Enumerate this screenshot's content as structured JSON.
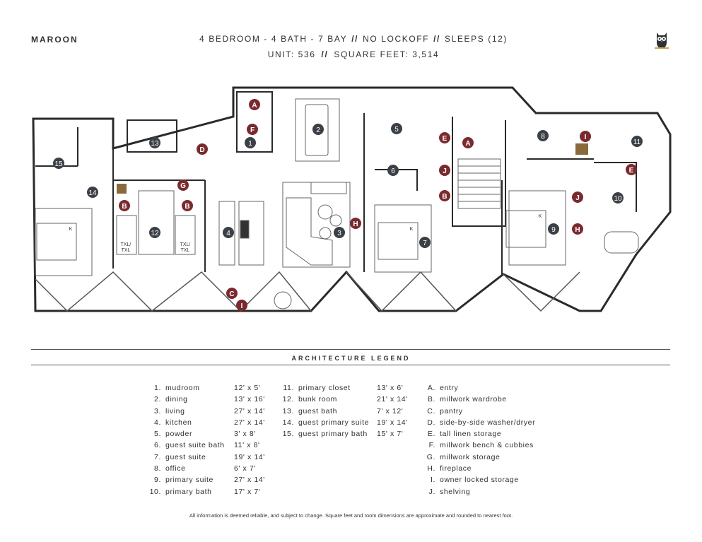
{
  "brand": "MAROON",
  "header": {
    "line1": [
      "4 BEDROOM - 4 BATH - 7 BAY",
      "NO LOCKOFF",
      "SLEEPS (12)"
    ],
    "separator": "//",
    "unit": "UNIT: 536",
    "sqft": "SQUARE FEET: 3,514"
  },
  "plan": {
    "bed_labels": [
      "TXL/",
      "TXL",
      "TXL/",
      "TXL",
      "K",
      "K",
      "K"
    ]
  },
  "legend": {
    "title": "ARCHITECTURE LEGEND",
    "rooms_a": [
      {
        "n": "1.",
        "name": "mudroom",
        "dim": "12' x 5'"
      },
      {
        "n": "2.",
        "name": "dining",
        "dim": "13' x 16'"
      },
      {
        "n": "3.",
        "name": "living",
        "dim": "27' x 14'"
      },
      {
        "n": "4.",
        "name": "kitchen",
        "dim": "27' x 14'"
      },
      {
        "n": "5.",
        "name": "powder",
        "dim": "3' x 8'"
      },
      {
        "n": "6.",
        "name": "guest suite bath",
        "dim": "11' x 8'"
      },
      {
        "n": "7.",
        "name": "guest suite",
        "dim": "19' x 14'"
      },
      {
        "n": "8.",
        "name": "office",
        "dim": "6' x 7'"
      },
      {
        "n": "9.",
        "name": "primary suite",
        "dim": "27' x 14'"
      },
      {
        "n": "10.",
        "name": "primary bath",
        "dim": "17' x 7'"
      }
    ],
    "rooms_b": [
      {
        "n": "11.",
        "name": "primary closet",
        "dim": "13' x 6'"
      },
      {
        "n": "12.",
        "name": "bunk room",
        "dim": "21' x 14'"
      },
      {
        "n": "13.",
        "name": "guest bath",
        "dim": "7' x 12'"
      },
      {
        "n": "14.",
        "name": "guest primary suite",
        "dim": "19' x 14'"
      },
      {
        "n": "15.",
        "name": "guest primary bath",
        "dim": "15' x 7'"
      }
    ],
    "features": [
      {
        "n": "A.",
        "name": "entry"
      },
      {
        "n": "B.",
        "name": "millwork wardrobe"
      },
      {
        "n": "C.",
        "name": "pantry"
      },
      {
        "n": "D.",
        "name": "side-by-side washer/dryer"
      },
      {
        "n": "E.",
        "name": "tall linen storage"
      },
      {
        "n": "F.",
        "name": "millwork bench & cubbies"
      },
      {
        "n": "G.",
        "name": "millwork storage"
      },
      {
        "n": "H.",
        "name": "fireplace"
      },
      {
        "n": "I.",
        "name": "owner locked storage"
      },
      {
        "n": "J.",
        "name": "shelving"
      }
    ]
  },
  "footer": "All information is deemed reliable, and subject to change. Square feet and room dimensions are approximate and rounded to nearest foot.",
  "colors": {
    "marker": "#7a2a2e",
    "room_marker": "#3b4046",
    "storage": "#8a6a3a"
  }
}
